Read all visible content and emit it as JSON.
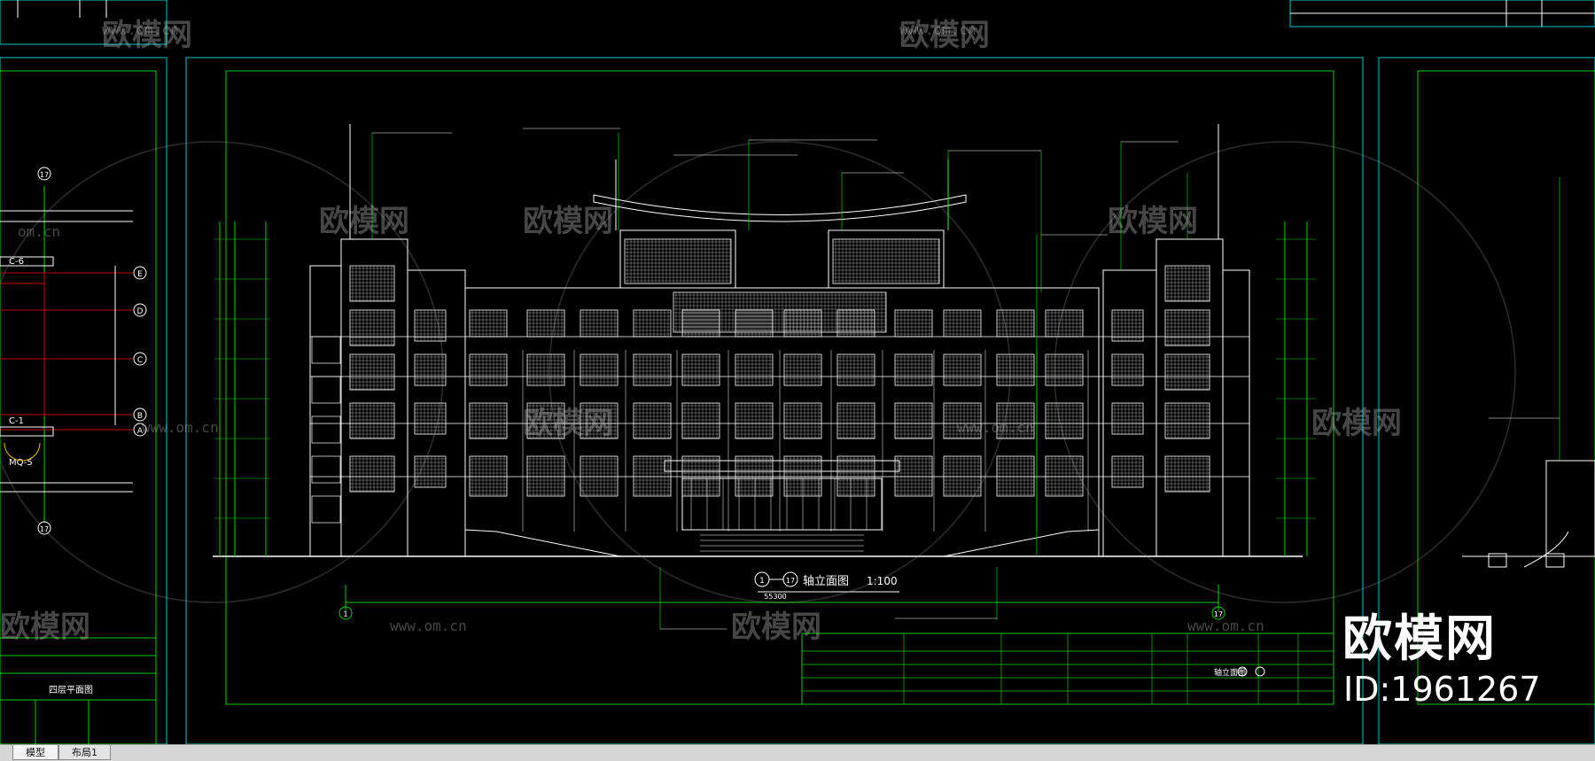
{
  "colors": {
    "background": "#000000",
    "border_cyan": "#00c8c8",
    "frame_green": "#00d000",
    "line_white": "#ffffff",
    "tabbar": "#d6d6d6"
  },
  "tabs": [
    {
      "label": "模型",
      "active": true
    },
    {
      "label": "布局1",
      "active": false
    }
  ],
  "watermark": {
    "brand": "欧模网",
    "id": "ID:1961267",
    "url": "www.om.cn",
    "url_left": "om.cn"
  },
  "drawing": {
    "title_axis_start": "1",
    "title_axis_end": "17",
    "title_text": "轴立面图",
    "scale": "1:100",
    "total_width_dim": "55300",
    "left_sheet_title": "四层平面图",
    "right_sheet_label": "轴立面图",
    "grid_axes": [
      "E",
      "D",
      "C",
      "B",
      "A"
    ],
    "left_labels": {
      "c6": "C-6",
      "c1": "C-1",
      "mq5": "MQ-5",
      "top_axis": "17",
      "bottom_axis": "17"
    }
  }
}
